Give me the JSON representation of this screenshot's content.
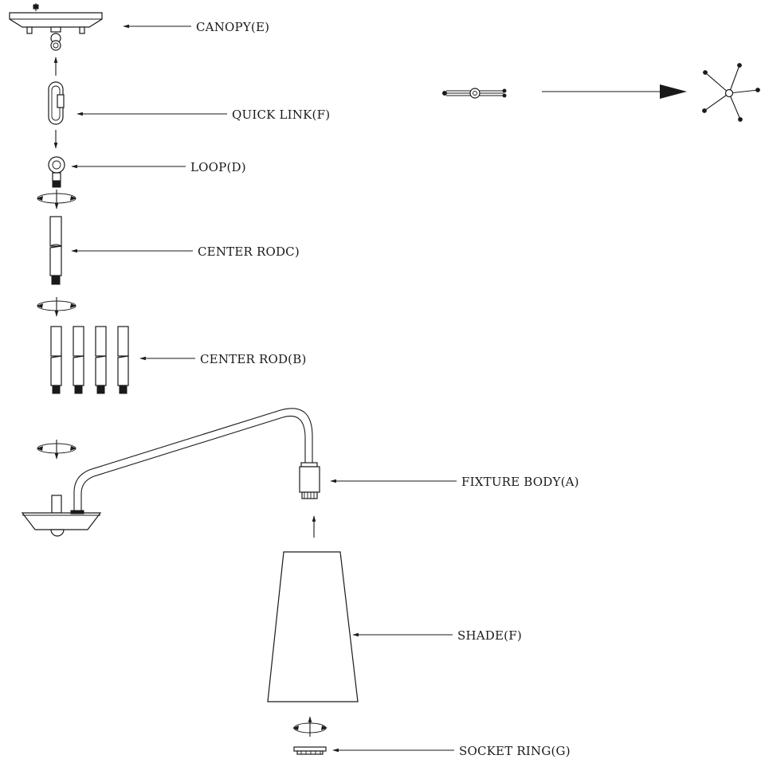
{
  "labels": {
    "canopy": "CANOPY(E)",
    "quick_link": "QUICK LINK(F)",
    "loop": "LOOP(D)",
    "center_rod_c": "CENTER RODC)",
    "center_rod_b": "CENTER ROD(B)",
    "fixture_body": "FIXTURE BODY(A)",
    "shade": "SHADE(F)",
    "socket_ring": "SOCKET RING(G)"
  },
  "center_rod_b_count": 4,
  "star_arm_count": 5
}
